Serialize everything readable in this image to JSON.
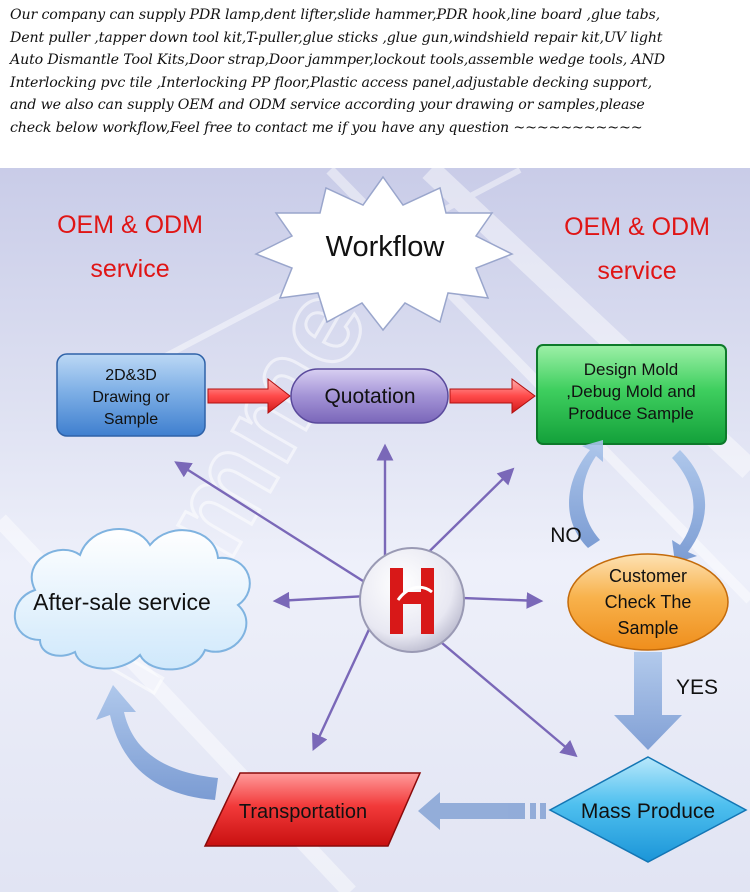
{
  "intro_lines": [
    "Our company can supply PDR lamp,dent lifter,slide hammer,PDR hook,line board ,glue tabs,",
    "Dent puller ,tapper down tool kit,T-puller,glue sticks ,glue gun,windshield repair kit,UV light",
    "Auto Dismantle Tool Kits,Door strap,Door jammper,lockout tools,assemble wedge tools, AND",
    "Interlocking pvc tile ,Interlocking PP floor,Plastic access panel,adjustable decking support,",
    "and we also can supply OEM and ODM service according your drawing or samples,please",
    "check below workflow,Feel free to contact me if you have any question ~~~~~~~~~~~"
  ],
  "diagram": {
    "title": "Workflow",
    "oem_left": {
      "line1": "OEM & ODM",
      "line2": "service"
    },
    "oem_right": {
      "line1": "OEM & ODM",
      "line2": "service"
    },
    "nodes": {
      "drawing": {
        "line1": "2D&3D",
        "line2": "Drawing or",
        "line3": "Sample"
      },
      "quotation": {
        "label": "Quotation"
      },
      "design": {
        "line1": "Design Mold",
        "line2": ",Debug Mold and",
        "line3": "Produce Sample"
      },
      "check": {
        "line1": "Customer",
        "line2": "Check The",
        "line3": "Sample"
      },
      "mass": {
        "label": "Mass Produce"
      },
      "transport": {
        "label": "Transportation"
      },
      "aftersale": {
        "label": "After-sale service"
      }
    },
    "edge_labels": {
      "no": "NO",
      "yes": "YES"
    },
    "center_logo": "H",
    "watermark": "Hammer"
  },
  "colors": {
    "oem_red": "#e01515",
    "drawing_blue": "#4f8fd4",
    "quotation_purple": "#8c7cc4",
    "design_green": "#22b14c",
    "check_orange": "#f39a2a",
    "mass_blue": "#29a8e8",
    "transport_red": "#e21b1b",
    "arrow_purple": "#7a68b8",
    "arrow_blue": "#8aaad6"
  }
}
